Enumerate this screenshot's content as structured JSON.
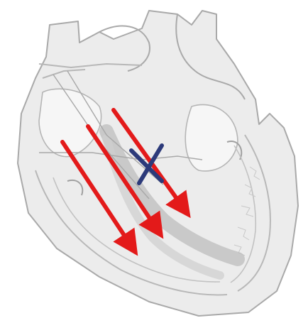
{
  "diagram": {
    "subject": "heart-cross-section",
    "colors": {
      "background": "#ffffff",
      "heart_fill": "#ececec",
      "heart_stroke": "#a9a9a9",
      "inner_fill": "#f6f6f6",
      "conduction_band": "#bdbdbd",
      "arrow": "#e31a1a",
      "block_mark": "#2c3a7a"
    },
    "arrows": [
      {
        "name": "arrow-left",
        "direction": "down-right"
      },
      {
        "name": "arrow-middle",
        "direction": "down-right"
      },
      {
        "name": "arrow-right",
        "direction": "down-right"
      }
    ],
    "block_mark": {
      "symbol": "X",
      "meaning": "blocked-pathway"
    }
  }
}
